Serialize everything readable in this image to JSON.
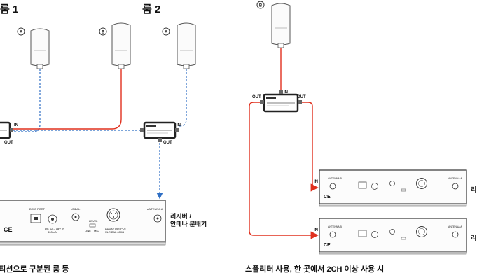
{
  "left": {
    "room1_label": "룸 1",
    "room2_label": "룸 2",
    "antennas": [
      {
        "badge": "A"
      },
      {
        "badge": "B"
      },
      {
        "badge": "A"
      }
    ],
    "booster_left": {
      "in_label": "IN",
      "out_label": "OUT"
    },
    "booster_right": {
      "in_label": "IN",
      "out_label": "OUT"
    },
    "receiver": {
      "data_port": "DATA PORT",
      "dc_in": "DC 12 – 18V IN",
      "dc_current": "300mA",
      "label_level": "LEVEL",
      "label_line": "LINE",
      "label_mic": "MIC",
      "label_unbal": "UNBAL",
      "audio_output": "AUDIO OUTPUT",
      "audio_output_sub": "XLR BAL 600Ω",
      "antenna_label": "ANTENNA A"
    },
    "receiver_caption_line1": "리시버 /",
    "receiver_caption_line2": "안테나 분배기",
    "footer": "파티션으로 구분된 룸 등"
  },
  "right": {
    "antenna": {
      "badge": "B"
    },
    "splitter": {
      "in_label": "IN",
      "out_left": "OUT",
      "out_right": "OUT"
    },
    "receiver_top": {
      "in_label": "IN",
      "side_label": "리 안"
    },
    "receiver_bottom": {
      "in_label": "IN",
      "side_label": "리 안"
    },
    "footer": "스플리터 사용, 한 곳에서 2CH 이상 사용 시"
  },
  "colors": {
    "red_cable": "#e0301e",
    "blue_cable": "#2f6fc4",
    "device_dark": "#222222"
  }
}
